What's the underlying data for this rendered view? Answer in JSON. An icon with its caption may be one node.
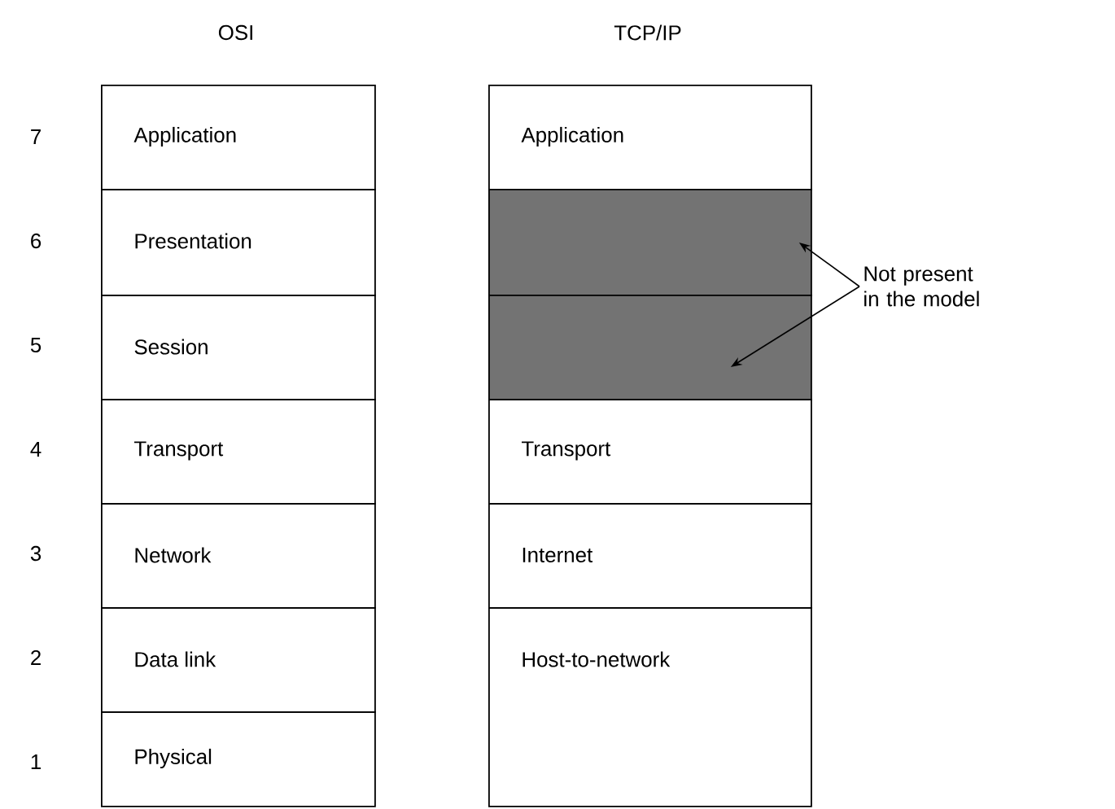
{
  "diagram": {
    "nodes": [
      {
        "text": [
          "Application"
        ]
      },
      {
        "text": [
          "Presentation"
        ]
      },
      {
        "text": [
          "Session"
        ]
      },
      {
        "text": [
          "Transport"
        ]
      },
      {
        "text": [
          "Network"
        ]
      },
      {
        "text": [
          "Data link"
        ]
      },
      {
        "text": [
          "Physical"
        ]
      },
      {
        "text": [
          "Application"
        ]
      },
      {
        "text": [],
        "shape": "box"
      },
      {
        "text": [],
        "shape": "box"
      },
      {
        "text": [
          "Transport"
        ]
      },
      {
        "text": [
          "Internet"
        ]
      },
      {
        "text": [
          "Host-to-network"
        ]
      },
      {
        "text": [
          "Not present in the model"
        ]
      }
    ],
    "edges": [
      {
        "from": 13,
        "to": 8,
        "arrow": "to"
      },
      {
        "from": 13,
        "to": 9,
        "arrow": "to"
      }
    ],
    "labels": [
      "OSI",
      "TCP/IP",
      "7",
      "6",
      "5",
      "4",
      "3",
      "2",
      "1"
    ]
  }
}
